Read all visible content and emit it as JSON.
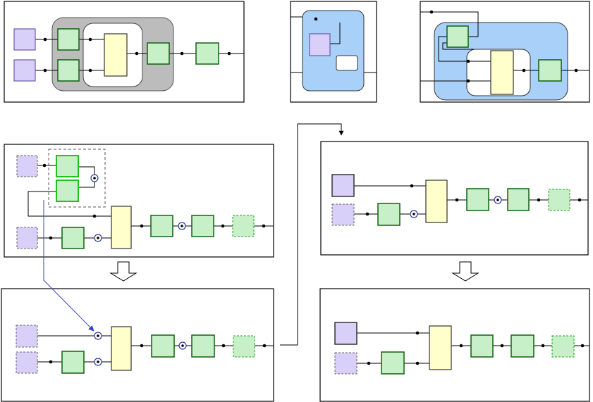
{
  "colors": {
    "background": "#ffffff",
    "frame_stroke": "#000000",
    "input_fill": "#d8d0f8",
    "input_stroke": "#6a5aa8",
    "process_fill": "#c8f0c8",
    "process_stroke": "#208a20",
    "highlight_stroke": "#22c022",
    "merge_fill": "#ffffcc",
    "merge_stroke": "#555555",
    "group_gray": "#bcbcbc",
    "group_blue": "#a8d0f8",
    "dashed_stroke": "#666666",
    "joint_ring": "#2b3aa0",
    "annotation_arrow": "#3344cc"
  },
  "panels": [
    {
      "id": "top-left",
      "label": ""
    },
    {
      "id": "top-middle",
      "label": ""
    },
    {
      "id": "top-right",
      "label": ""
    },
    {
      "id": "mid-left",
      "label": ""
    },
    {
      "id": "mid-right",
      "label": ""
    },
    {
      "id": "bottom-left",
      "label": ""
    },
    {
      "id": "bottom-right",
      "label": ""
    }
  ],
  "flow_arrows": [
    {
      "from": "mid-left",
      "to": "bottom-left",
      "style": "hollow-down"
    },
    {
      "from": "mid-right",
      "to": "bottom-right",
      "style": "hollow-down"
    },
    {
      "from": "bottom-left",
      "to": "mid-right",
      "style": "connector"
    }
  ],
  "icons": {
    "flow_arrow": "hollow-down-arrow-icon",
    "joint": "joint-ring-icon",
    "node": "connection-dot-icon"
  }
}
